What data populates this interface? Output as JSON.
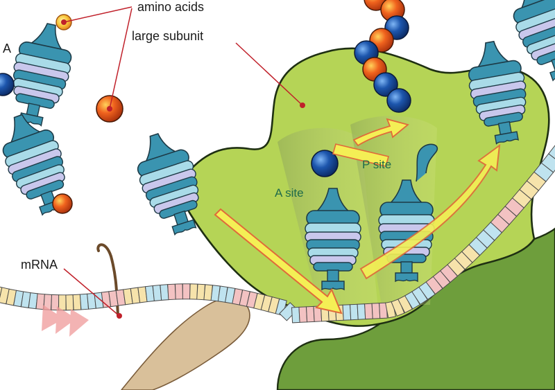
{
  "labels": {
    "amino_acids": "amino acids",
    "large_subunit": "large subunit",
    "mrna": "mRNA",
    "a_site": "A site",
    "p_site": "P site",
    "cut_off_label": "A"
  },
  "colors": {
    "large_subunit": "#b5d456",
    "small_subunit": "#6e9e3c",
    "trna_dark": "#3a94b0",
    "trna_light": "#a9dbe8",
    "trna_lavender": "#c9c7ec",
    "amino_acid_orange": "#e8561a",
    "amino_acid_blue": "#1a4fa3",
    "leader_line": "#c0202a",
    "arrow_fill": "#f4ef55",
    "arrow_edge": "#e06a3a",
    "mrna_cream": "#f6e3ab",
    "mrna_pink": "#f3c2c2",
    "mrna_blue": "#bfe3ef"
  },
  "icons": [
    "ribosome",
    "trna",
    "amino-acid-bead",
    "mrna-strand",
    "translocation-arrow"
  ]
}
